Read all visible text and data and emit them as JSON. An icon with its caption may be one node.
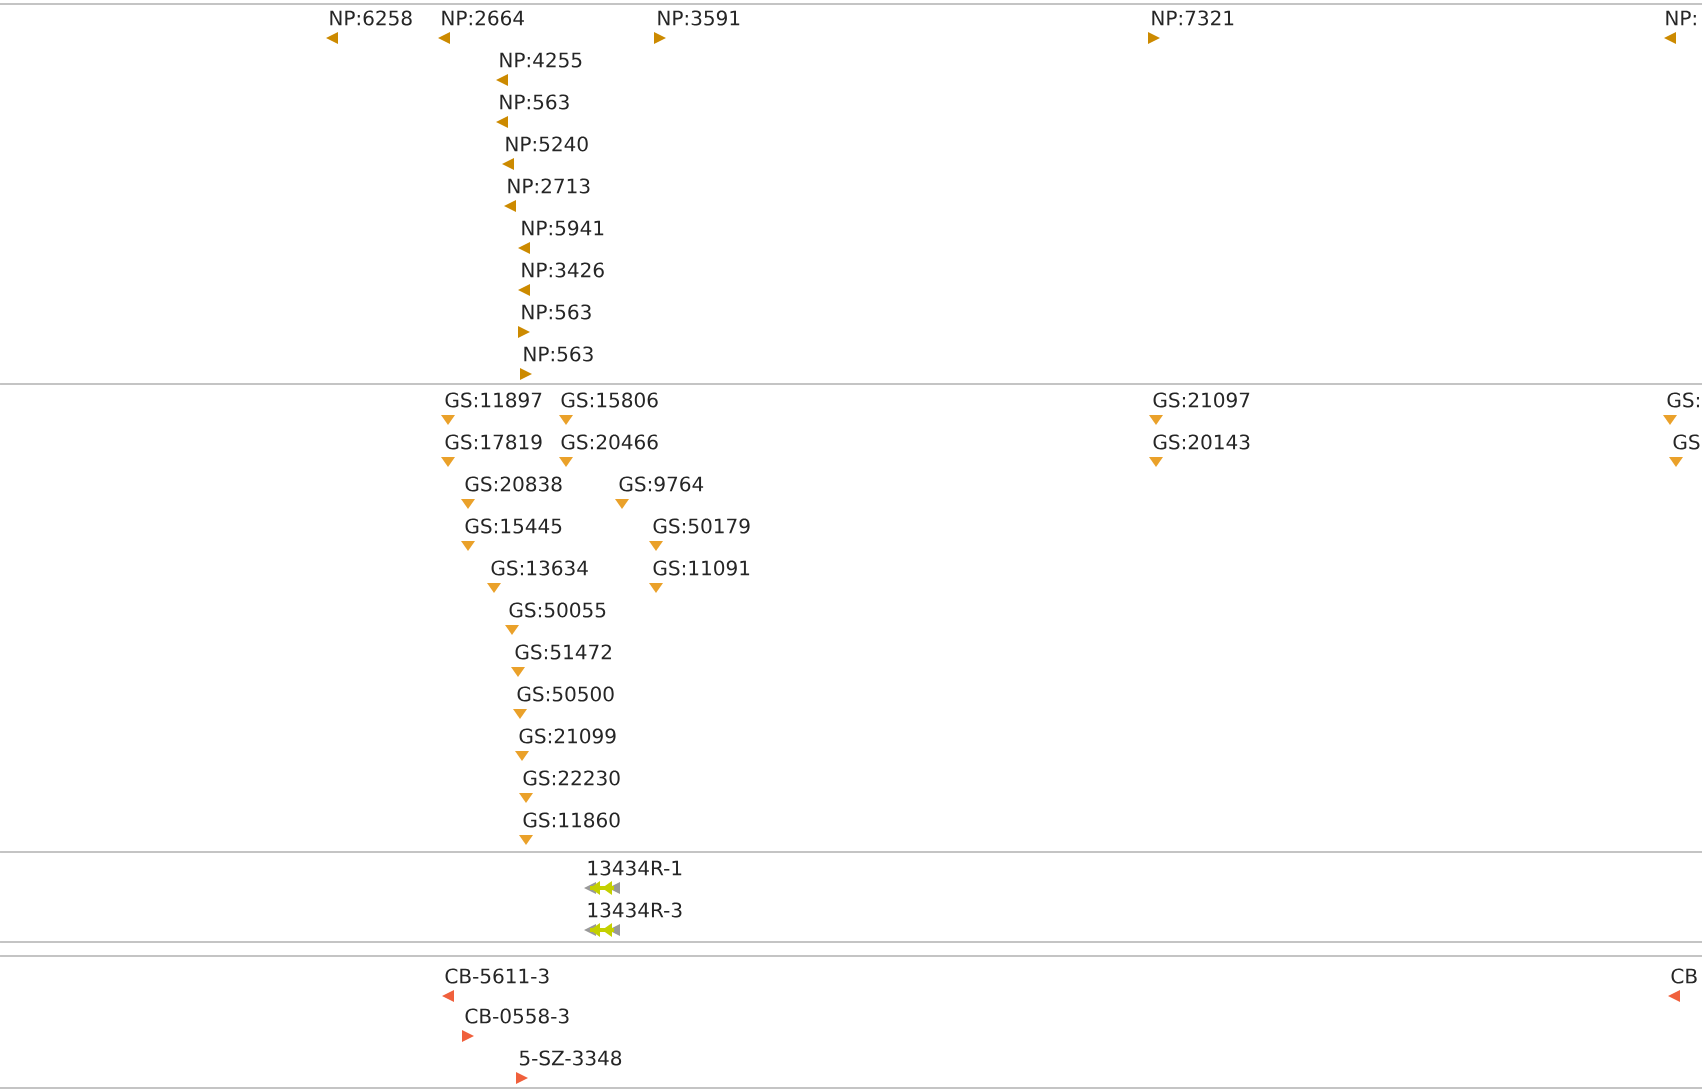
{
  "diagram": {
    "labels": [
      "NP:6258",
      "NP:2664",
      "NP:3591",
      "NP:7321",
      "NP:",
      "NP:4255",
      "NP:563",
      "NP:5240",
      "NP:2713",
      "NP:5941",
      "NP:3426",
      "NP:563",
      "NP:563",
      "GS:11897",
      "GS:15806",
      "GS:21097",
      "GS:",
      "GS:17819",
      "GS:20466",
      "GS:20143",
      "GS",
      "GS:20838",
      "GS:9764",
      "GS:15445",
      "GS:50179",
      "GS:13634",
      "GS:11091",
      "GS:50055",
      "GS:51472",
      "GS:50500",
      "GS:21099",
      "GS:22230",
      "GS:11860",
      "13434R-1",
      "13434R-3",
      "CB-5611-3",
      "CB",
      "CB-0558-3",
      "5-SZ-3348"
    ]
  }
}
